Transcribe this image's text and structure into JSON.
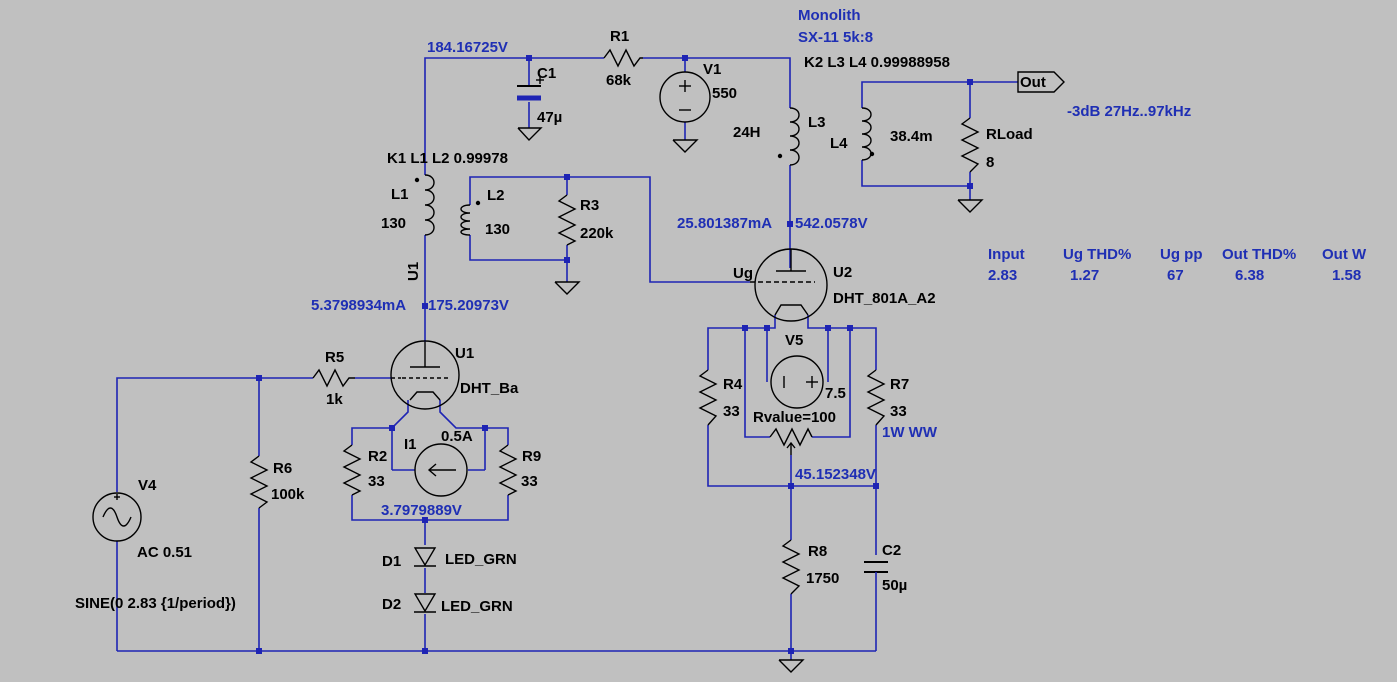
{
  "components": {
    "r1": {
      "name": "R1",
      "value": "68k"
    },
    "c1": {
      "name": "C1",
      "value": "47µ"
    },
    "v1": {
      "name": "V1",
      "value": "550"
    },
    "l1": {
      "name": "L1",
      "value": "130"
    },
    "l2": {
      "name": "L2",
      "value": "130"
    },
    "l3": {
      "name": "L3",
      "value": "24H"
    },
    "l4": {
      "name": "L4",
      "value": "38.4m"
    },
    "r3": {
      "name": "R3",
      "value": "220k"
    },
    "rload": {
      "name": "RLoad",
      "value": "8"
    },
    "u1": {
      "name": "U1",
      "model": "DHT_Ba"
    },
    "u2": {
      "name": "U2",
      "model": "DHT_801A_A2"
    },
    "r5": {
      "name": "R5",
      "value": "1k"
    },
    "r6": {
      "name": "R6",
      "value": "100k"
    },
    "v4": {
      "name": "V4",
      "value": "AC 0.51",
      "source": "SINE(0 2.83 {1/period})"
    },
    "r2": {
      "name": "R2",
      "value": "33"
    },
    "r9": {
      "name": "R9",
      "value": "33"
    },
    "i1": {
      "name": "I1",
      "value": "0.5A"
    },
    "d1": {
      "name": "D1",
      "value": "LED_GRN"
    },
    "d2": {
      "name": "D2",
      "value": "LED_GRN"
    },
    "r4": {
      "name": "R4",
      "value": "33"
    },
    "v5": {
      "name": "V5",
      "value": "7.5"
    },
    "pot": {
      "value": "Rvalue=100"
    },
    "r7": {
      "name": "R7",
      "value": "33",
      "note": "1W  WW"
    },
    "r8": {
      "name": "R8",
      "value": "1750"
    },
    "c2": {
      "name": "C2",
      "value": "50µ"
    }
  },
  "coupling": {
    "k1": "K1 L1 L2  0.99978",
    "k2": "K2 L3 L4  0.99988958"
  },
  "net_label_u1": "U1",
  "grid_label": "Ug",
  "out_label": "Out",
  "transformer_note": {
    "line1": "Monolith",
    "line2": "SX-11 5k:8"
  },
  "response_note": "-3dB 27Hz..97kHz",
  "operating_points": {
    "n184": "184.16725V",
    "u2_current": "25.801387mA",
    "u2_anode": "542.0578V",
    "u1_current": "5.3798934mA",
    "u1_anode": "175.20973V",
    "cathode1": "3.7979889V",
    "cathode2": "45.152348V"
  },
  "results_table": {
    "headers": [
      "Input",
      "Ug THD%",
      "Ug pp",
      "Out THD%",
      "Out W"
    ],
    "values": [
      "2.83",
      "1.27",
      "67",
      "6.38",
      "1.58"
    ]
  },
  "colors": {
    "background": "#c0c0c0",
    "wire": "#1e24b4",
    "annotation": "#1f2fb4"
  }
}
